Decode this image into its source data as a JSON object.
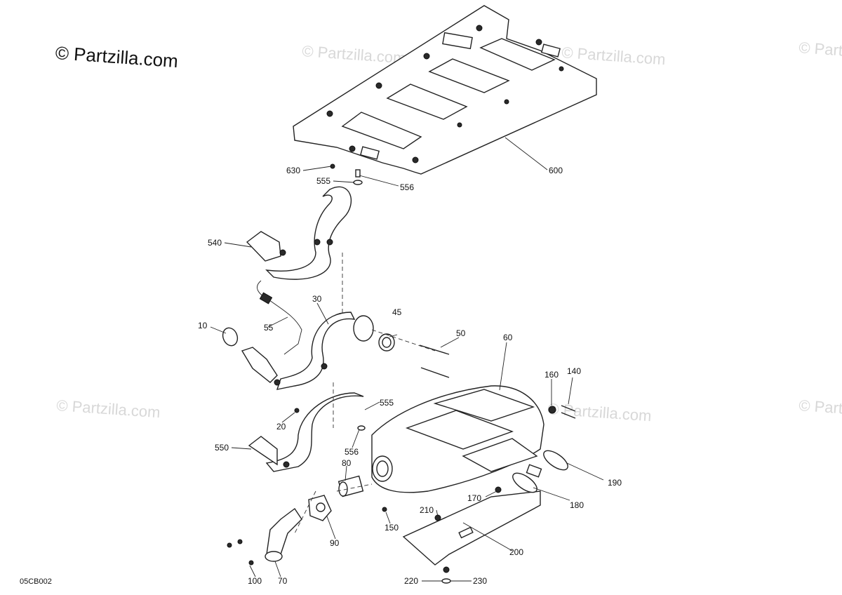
{
  "copyright": "© Partzilla.com",
  "watermark": "© Partzilla.com",
  "diagram_code": "05CB002",
  "callouts": {
    "c630": "630",
    "c555a": "555",
    "c556a": "556",
    "c600": "600",
    "c540": "540",
    "c30": "30",
    "c45": "45",
    "c50": "50",
    "c60": "60",
    "c10": "10",
    "c55": "55",
    "c160": "160",
    "c140": "140",
    "c20": "20",
    "c555b": "555",
    "c550": "550",
    "c556b": "556",
    "c80": "80",
    "c190": "190",
    "c170": "170",
    "c180": "180",
    "c210": "210",
    "c150": "150",
    "c90": "90",
    "c200": "200",
    "c100": "100",
    "c70": "70",
    "c220": "220",
    "c230": "230"
  }
}
